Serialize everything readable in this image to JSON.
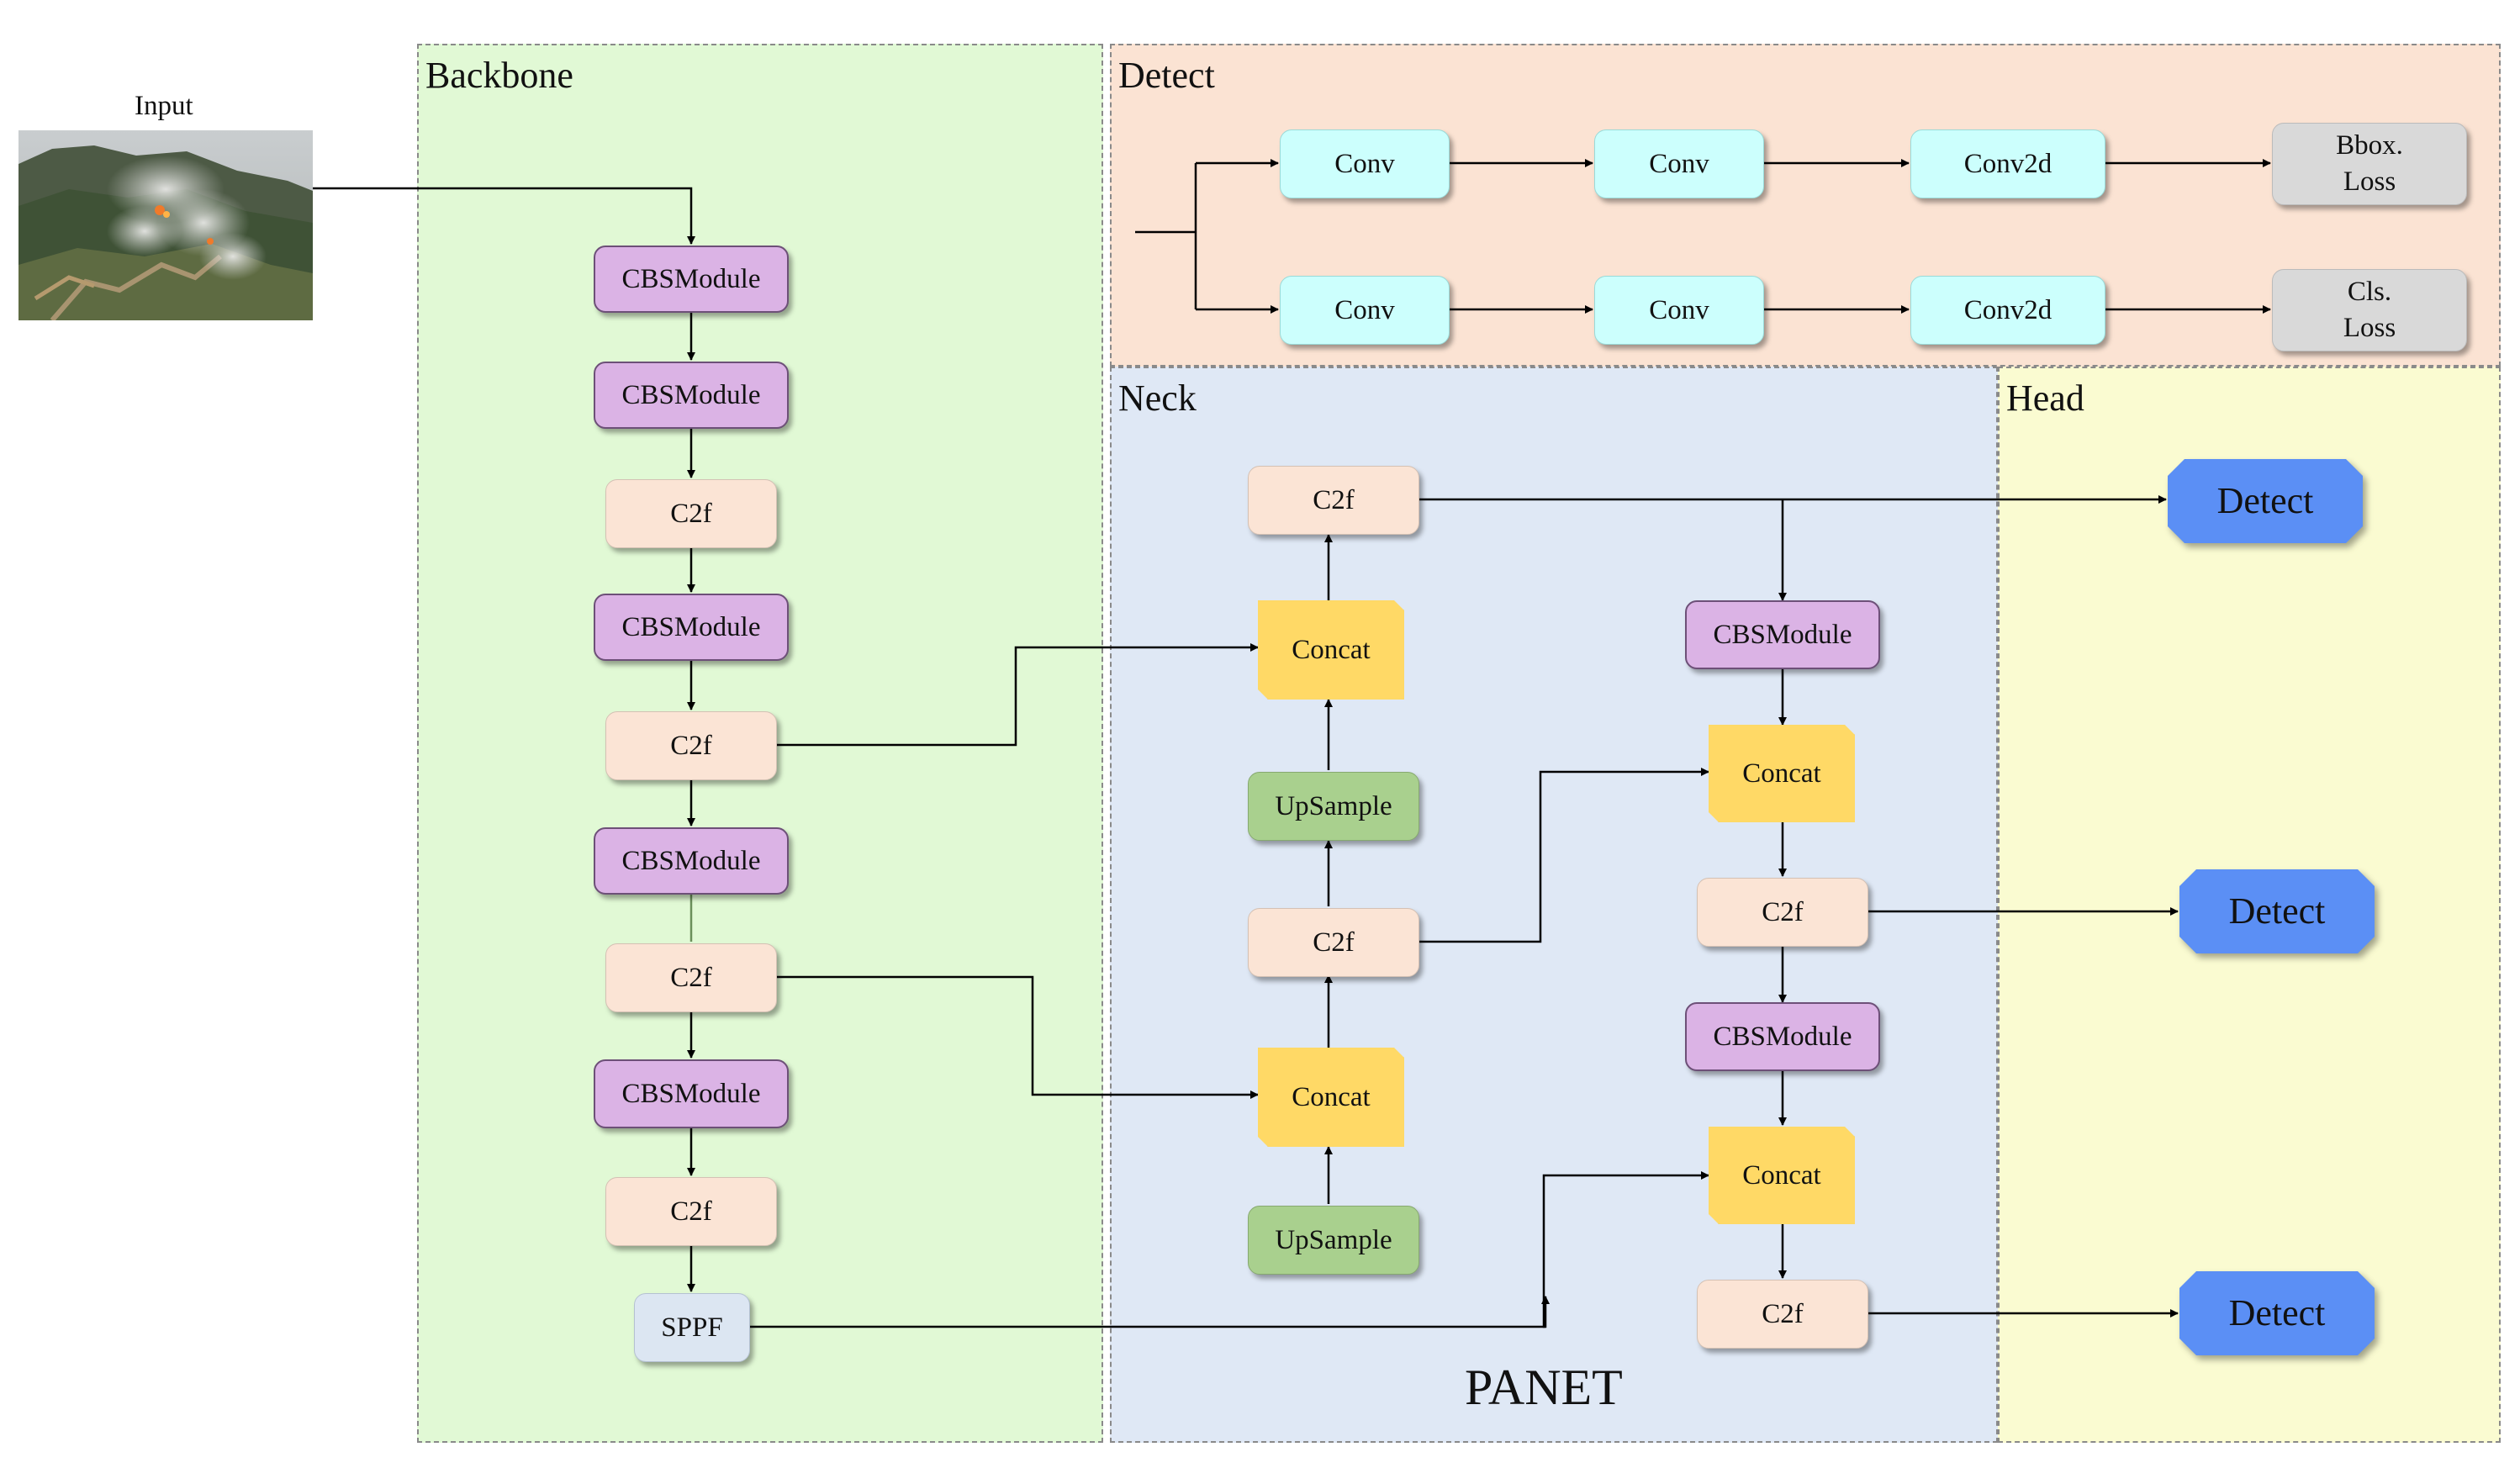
{
  "panels": {
    "backbone": "Backbone",
    "detect": "Detect",
    "neck": "Neck",
    "head": "Head"
  },
  "input": {
    "label": "Input"
  },
  "backbone_nodes": [
    "CBSModule",
    "CBSModule",
    "C2f",
    "CBSModule",
    "C2f",
    "CBSModule",
    "C2f",
    "CBSModule",
    "C2f",
    "SPPF"
  ],
  "neck_nodes": {
    "left_column": [
      "C2f",
      "Concat",
      "UpSample",
      "C2f",
      "Concat",
      "UpSample"
    ],
    "right_column": [
      "CBSModule",
      "Concat",
      "C2f",
      "CBSModule",
      "Concat",
      "C2f"
    ]
  },
  "detect_branch": {
    "top_row": [
      "Conv",
      "Conv",
      "Conv2d"
    ],
    "top_loss": [
      "Bbox.",
      "Loss"
    ],
    "bottom_row": [
      "Conv",
      "Conv",
      "Conv2d"
    ],
    "bottom_loss": [
      "Cls.",
      "Loss"
    ]
  },
  "head_outputs": [
    "Detect",
    "Detect",
    "Detect"
  ],
  "panet_label": "PANET",
  "colors": {
    "backbone_bg": "#e1f9d5",
    "detect_bg": "#fbe3d3",
    "neck_bg": "#dfe8f5",
    "head_bg": "#fafbd1",
    "cbs": "#dbb3e5",
    "c2f": "#fbe4d5",
    "concat": "#ffd966",
    "upsample": "#a9d08e",
    "conv": "#ccfffd",
    "loss": "#d9d9d9",
    "detect_output": "#5b8ff5"
  }
}
